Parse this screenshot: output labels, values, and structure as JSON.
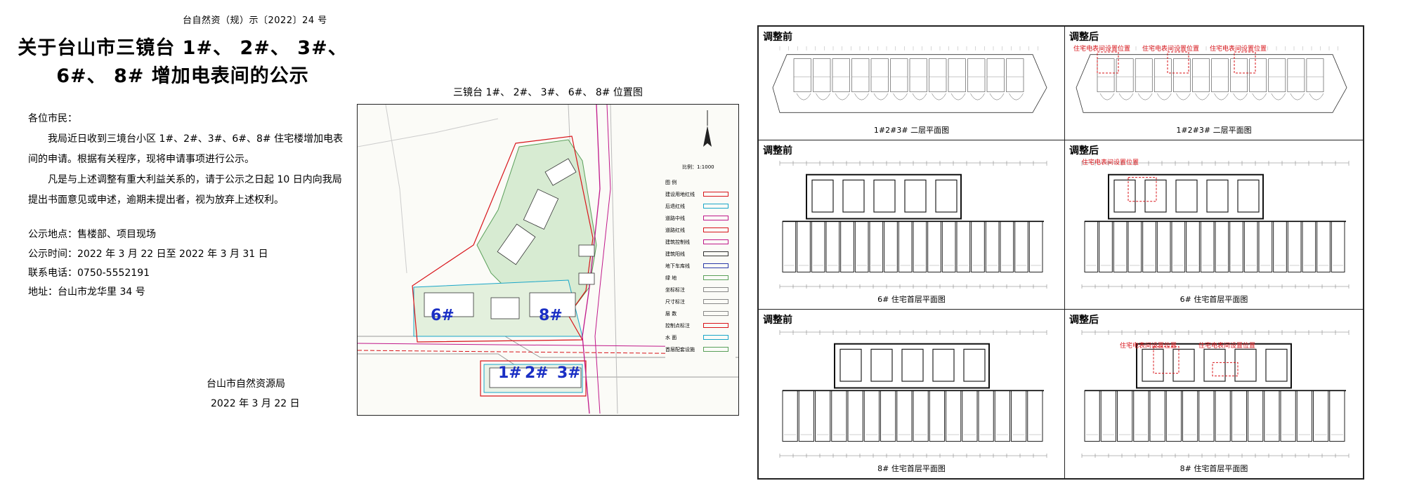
{
  "notice": {
    "doc_number": "台自然资（规）示〔2022〕24 号",
    "title_line1": "关于台山市三镜台 1#、 2#、 3#、",
    "title_line2": "6#、 8# 增加电表间的公示",
    "greeting": "各位市民：",
    "body1": "我局近日收到三境台小区 1#、2#、3#、6#、8# 住宅楼增加电表间的申请。根据有关程序，现将申请事项进行公示。",
    "body2": "凡是与上述调整有重大利益关系的，请于公示之日起 10 日内向我局提出书面意见或申述，逾期未提出者，视为放弃上述权利。",
    "place": "公示地点：售楼部、项目现场",
    "time": "公示时间：2022 年 3 月 22 日至 2022 年 3 月 31 日",
    "tel": "联系电话：0750-5552191",
    "address": "地址：台山市龙华里 34 号",
    "org": "台山市自然资源局",
    "date": "2022 年 3 月 22 日"
  },
  "location_map": {
    "title": "三镜台 1#、 2#、 3#、 6#、 8# 位置图",
    "scale": "比例：1:1000",
    "building_tags": [
      "6#",
      "8#",
      "1#",
      "2#",
      "3#"
    ],
    "legend": [
      "图 例",
      "建设用地红线",
      "后退红线",
      "道路中线",
      "道路红线",
      "建筑控制线",
      "建筑阳线",
      "地下车库线",
      "绿 地",
      "坐标标注",
      "尺寸标注",
      "层 数",
      "控制点标注",
      "水 面",
      "首层配套设施"
    ]
  },
  "plans": {
    "before_label": "调整前",
    "after_label": "调整后",
    "caption_row1": "1#2#3# 二层平面图",
    "caption_row2": "6# 住宅首层平面图",
    "caption_row3": "8# 住宅首层平面图",
    "note": "住宅电表间设置位置"
  },
  "colors": {
    "building_tag": "#1a2fc4",
    "red_line": "#d8141a",
    "magenta_line": "#c0188a",
    "green_area": "#cfe6c9",
    "cyan_line": "#1aa6c9"
  }
}
